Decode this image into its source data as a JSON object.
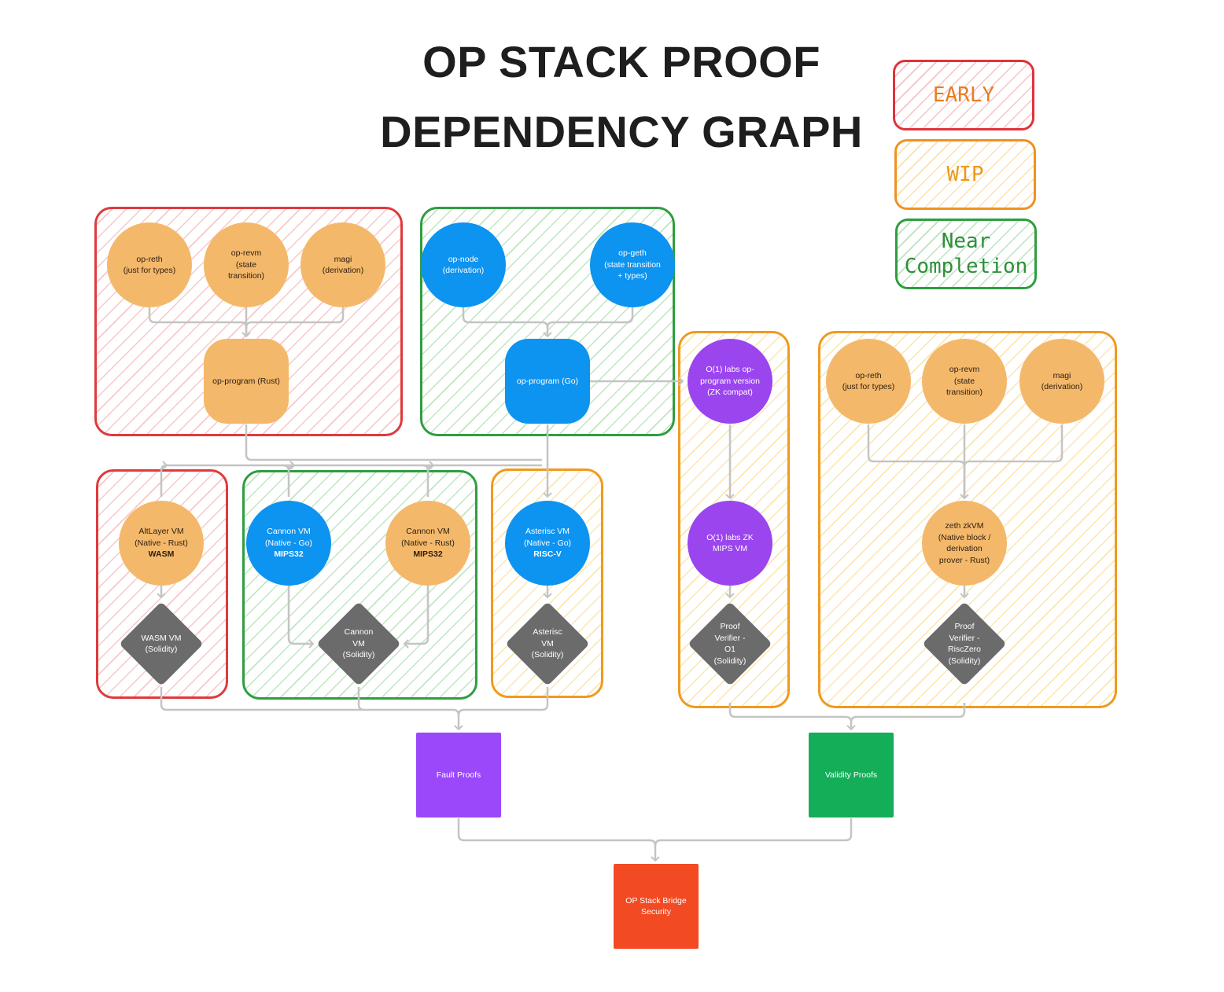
{
  "title": {
    "line1": "OP STACK PROOF",
    "line2": "DEPENDENCY GRAPH"
  },
  "legend": {
    "early": "EARLY",
    "wip": "WIP",
    "near_line1": "Near",
    "near_line2": "Completion"
  },
  "colors": {
    "early": "#df3a3d",
    "wip": "#f09a1e",
    "near_completion": "#2f9e40",
    "orange_node": "#f4b86b",
    "blue_node": "#0d93f0",
    "purple_node": "#9a45ee",
    "verifier_node": "#6b6b6b",
    "fault_proofs": "#9b47fa",
    "validity_proofs": "#13ae57",
    "bridge_security": "#f24a22",
    "edge": "#c4c4c4"
  },
  "nodes": {
    "rust_op_reth": "op-reth\n(just for types)",
    "rust_op_revm": "op-revm\n(state\ntransition)",
    "rust_magi": "magi\n(derivation)",
    "op_program_rust": "op-program (Rust)",
    "op_node": "op-node\n(derivation)",
    "op_geth": "op-geth\n(state transition\n+ types)",
    "op_program_go": "op-program (Go)",
    "o1_op_program": "O(1) labs op-\nprogram version\n(ZK compat)",
    "zeth_op_reth": "op-reth\n(just for types)",
    "zeth_op_revm": "op-revm\n(state\ntransition)",
    "zeth_magi": "magi\n(derivation)",
    "altlayer_vm": {
      "label": "AltLayer VM\n(Native - Rust)",
      "bold": "WASM"
    },
    "cannon_vm_go": {
      "label": "Cannon VM\n(Native - Go)",
      "bold": "MIPS32"
    },
    "cannon_vm_rust": {
      "label": "Cannon VM\n(Native - Rust)",
      "bold": "MIPS32"
    },
    "asterisc_vm": {
      "label": "Asterisc VM\n(Native - Go)",
      "bold": "RISC-V"
    },
    "o1_zk_mips_vm": "O(1) labs ZK\nMIPS VM",
    "zeth_zkvm": "zeth zkVM\n(Native block /\nderivation\nprover - Rust)",
    "wasm_vm_solidity": "WASM VM\n(Solidity)",
    "cannon_vm_solidity": "Cannon\nVM\n(Solidity)",
    "asterisc_vm_solidity": "Asterisc\nVM\n(Solidity)",
    "proof_verifier_o1": "Proof\nVerifier -\nO1\n(Solidity)",
    "proof_verifier_risczero": "Proof\nVerifier -\nRiscZero\n(Solidity)",
    "fault_proofs": "Fault Proofs",
    "validity_proofs": "Validity Proofs",
    "bridge_security": "OP Stack Bridge\nSecurity"
  }
}
